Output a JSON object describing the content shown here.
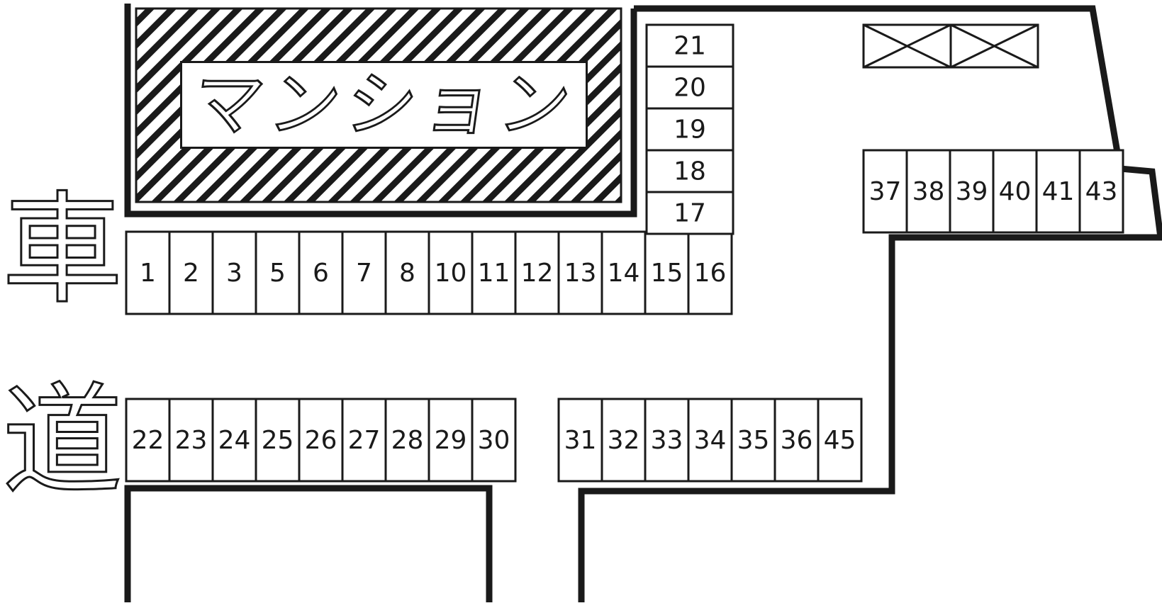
{
  "building": {
    "label": "マンション"
  },
  "road": {
    "label": "車道"
  },
  "colors": {
    "line": "#1a1a1a",
    "fill": "#ffffff"
  },
  "icons": [
    "crossed-box-icon",
    "crossed-box-icon"
  ],
  "spaces": {
    "top_row": [
      "1",
      "2",
      "3",
      "5",
      "6",
      "7",
      "8",
      "10",
      "11",
      "12",
      "13",
      "14",
      "15",
      "16"
    ],
    "vertical_column": [
      "21",
      "20",
      "19",
      "18",
      "17"
    ],
    "bottom_left_row": [
      "22",
      "23",
      "24",
      "25",
      "26",
      "27",
      "28",
      "29",
      "30"
    ],
    "bottom_right_row": [
      "31",
      "32",
      "33",
      "34",
      "35",
      "36",
      "45"
    ],
    "right_row": [
      "37",
      "38",
      "39",
      "40",
      "41",
      "43"
    ]
  }
}
